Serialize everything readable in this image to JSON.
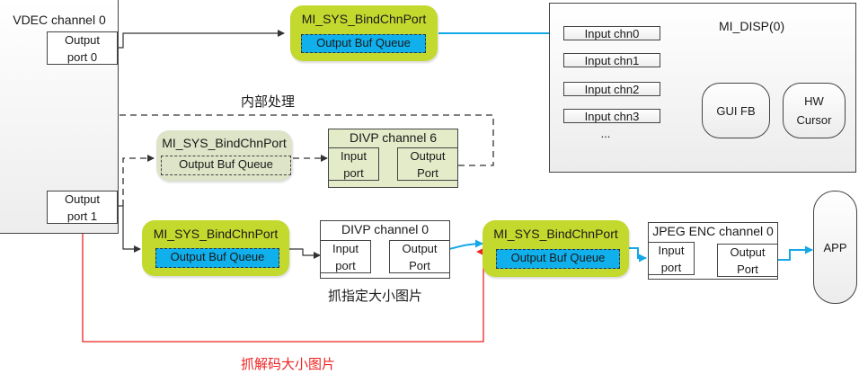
{
  "vdec": {
    "title": "VDEC channel 0",
    "port0": [
      "Output",
      "port 0"
    ],
    "port1": [
      "Output",
      "port 1"
    ]
  },
  "bind_top": {
    "title": "MI_SYS_BindChnPort",
    "queue": "Output Buf Queue"
  },
  "bind_mid": {
    "title": "MI_SYS_BindChnPort",
    "queue": "Output Buf Queue"
  },
  "bind_low1": {
    "title": "MI_SYS_BindChnPort",
    "queue": "Output Buf Queue"
  },
  "bind_low2": {
    "title": "MI_SYS_BindChnPort",
    "queue": "Output Buf Queue"
  },
  "divp6": {
    "title": "DIVP channel 6",
    "input": [
      "Input",
      "port"
    ],
    "output": [
      "Output",
      "Port"
    ]
  },
  "divp0": {
    "title": "DIVP channel 0",
    "input": [
      "Input",
      "port"
    ],
    "output": [
      "Output",
      "Port"
    ]
  },
  "jpeg": {
    "title": "JPEG ENC channel 0",
    "input": [
      "Input",
      "port"
    ],
    "output": [
      "Output",
      "Port"
    ]
  },
  "app": {
    "label": "APP"
  },
  "disp": {
    "title": "MI_DISP(0)",
    "inputs": [
      "Input chn0",
      "Input chn1",
      "Input chn2",
      "Input chn3"
    ],
    "ellipsis": "...",
    "gui_fb": "GUI FB",
    "hw_cursor": [
      "HW",
      "Cursor"
    ]
  },
  "annotations": {
    "internal": "内部处理",
    "specified_size": "抓指定大小图片",
    "decoded_size": "抓解码大小图片"
  },
  "colors": {
    "bind_green": "#c3d92d",
    "bind_pale": "#dde4c7",
    "queue_blue": "#10b0ec",
    "flow_blue": "#14a8e6",
    "flow_red": "#ee2222",
    "divp6_fill": "#e3ebc9"
  }
}
